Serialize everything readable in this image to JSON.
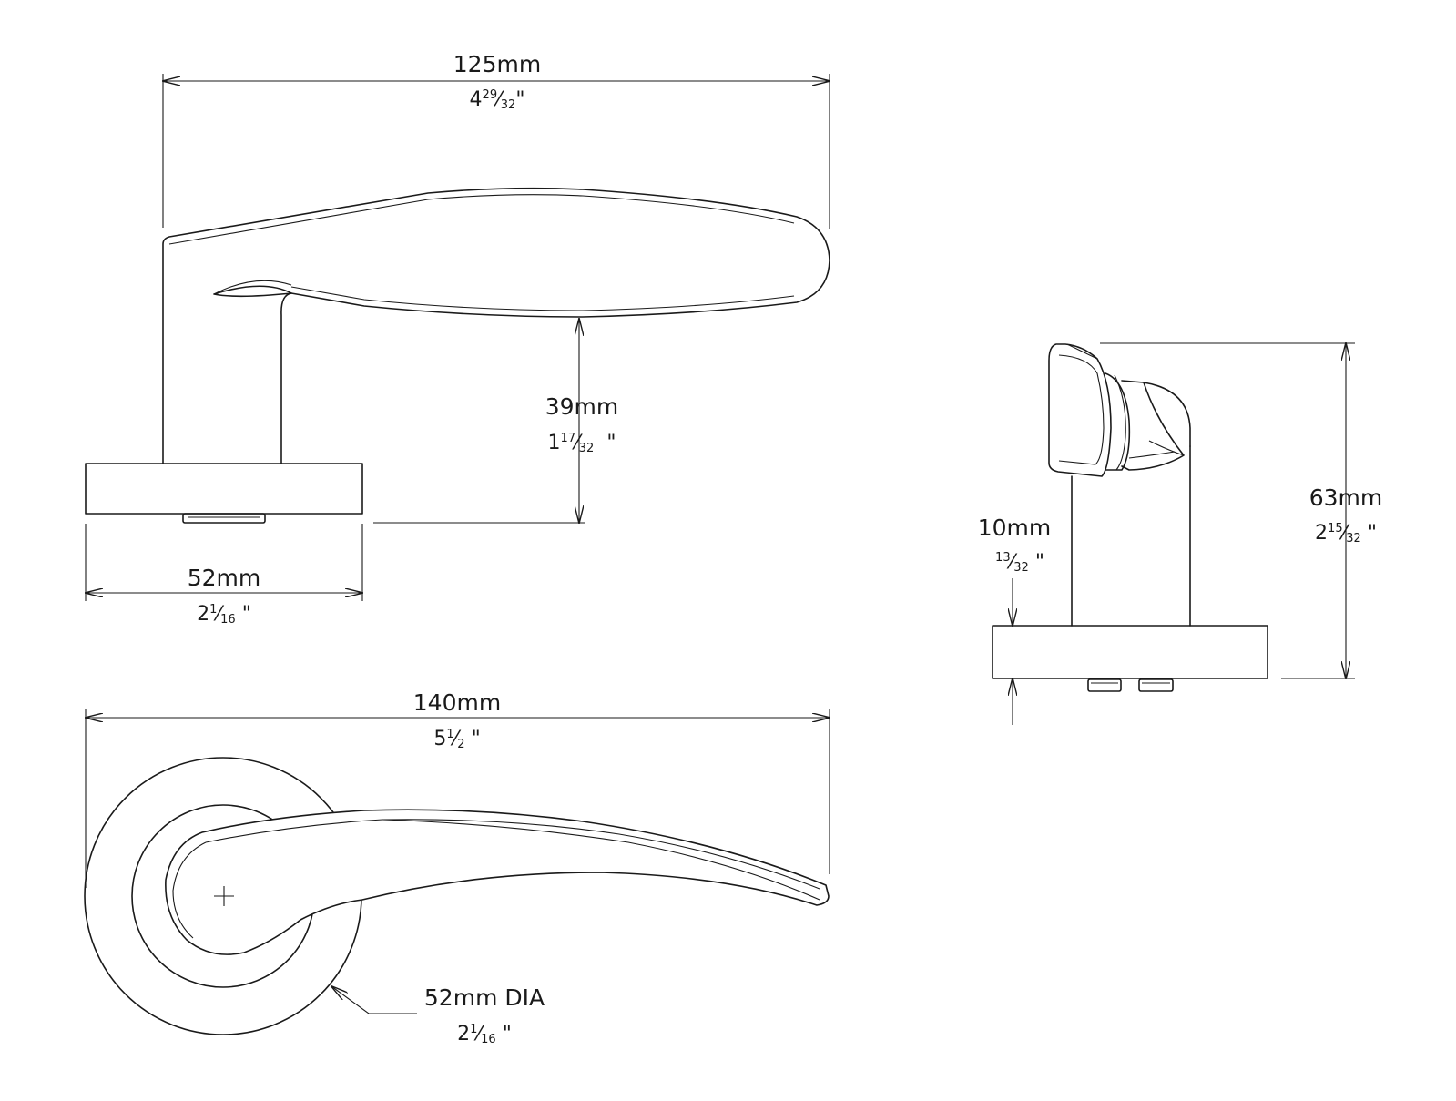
{
  "dimensions": {
    "top_width": {
      "metric": "125mm",
      "whole": "4",
      "num": "29",
      "den": "32",
      "unit": "\""
    },
    "lever_height": {
      "metric": "39mm",
      "whole": "1",
      "num": "17",
      "den": "32",
      "unit": "\""
    },
    "rose_width": {
      "metric": "52mm",
      "whole": "2",
      "num": "1",
      "den": "16",
      "unit": "\""
    },
    "total_length": {
      "metric": "140mm",
      "whole": "5",
      "num": "1",
      "den": "2",
      "unit": "\""
    },
    "rose_diameter": {
      "metric": "52mm DIA",
      "whole": "2",
      "num": "1",
      "den": "16",
      "unit": "\""
    },
    "rose_thickness": {
      "metric": "10mm",
      "whole": "",
      "num": "13",
      "den": "32",
      "unit": "\""
    },
    "side_height": {
      "metric": "63mm",
      "whole": "2",
      "num": "15",
      "den": "32",
      "unit": "\""
    }
  }
}
